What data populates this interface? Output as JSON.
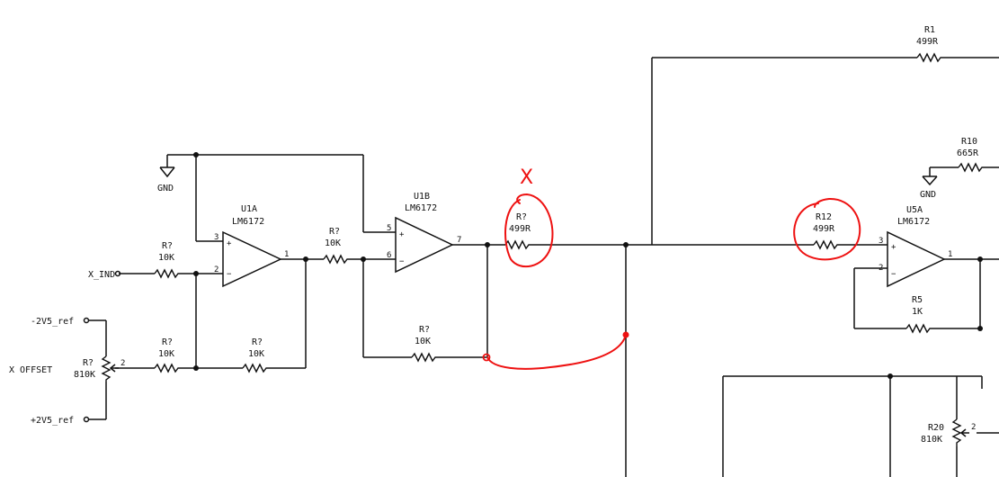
{
  "schematic": {
    "gnd_left": "GND",
    "gnd_right": "GND",
    "x_ind": "X_IND",
    "x_offset": "X OFFSET",
    "neg_ref": "-2V5_ref",
    "pos_ref": "+2V5_ref",
    "u1a": {
      "ref": "U1A",
      "part": "LM6172",
      "pins": [
        "3",
        "2",
        "1"
      ]
    },
    "u1b": {
      "ref": "U1B",
      "part": "LM6172",
      "pins": [
        "5",
        "6",
        "7"
      ]
    },
    "u5a": {
      "ref": "U5A",
      "part": "LM6172",
      "pins": [
        "3",
        "2",
        "1"
      ]
    },
    "pot_left": {
      "ref": "R?",
      "value": "810K",
      "wiper_pin": "2"
    },
    "pot_right": {
      "ref": "R20",
      "value": "810K",
      "wiper_pin": "2"
    },
    "resistors": [
      {
        "ref": "R?",
        "value": "10K"
      },
      {
        "ref": "R?",
        "value": "10K"
      },
      {
        "ref": "R?",
        "value": "10K"
      },
      {
        "ref": "R?",
        "value": "10K"
      },
      {
        "ref": "R?",
        "value": "10K"
      },
      {
        "ref": "R?",
        "value": "499R"
      },
      {
        "ref": "R12",
        "value": "499R"
      },
      {
        "ref": "R1",
        "value": "499R"
      },
      {
        "ref": "R10",
        "value": "665R"
      },
      {
        "ref": "R5",
        "value": "1K"
      }
    ],
    "annotation_mark": "X"
  }
}
